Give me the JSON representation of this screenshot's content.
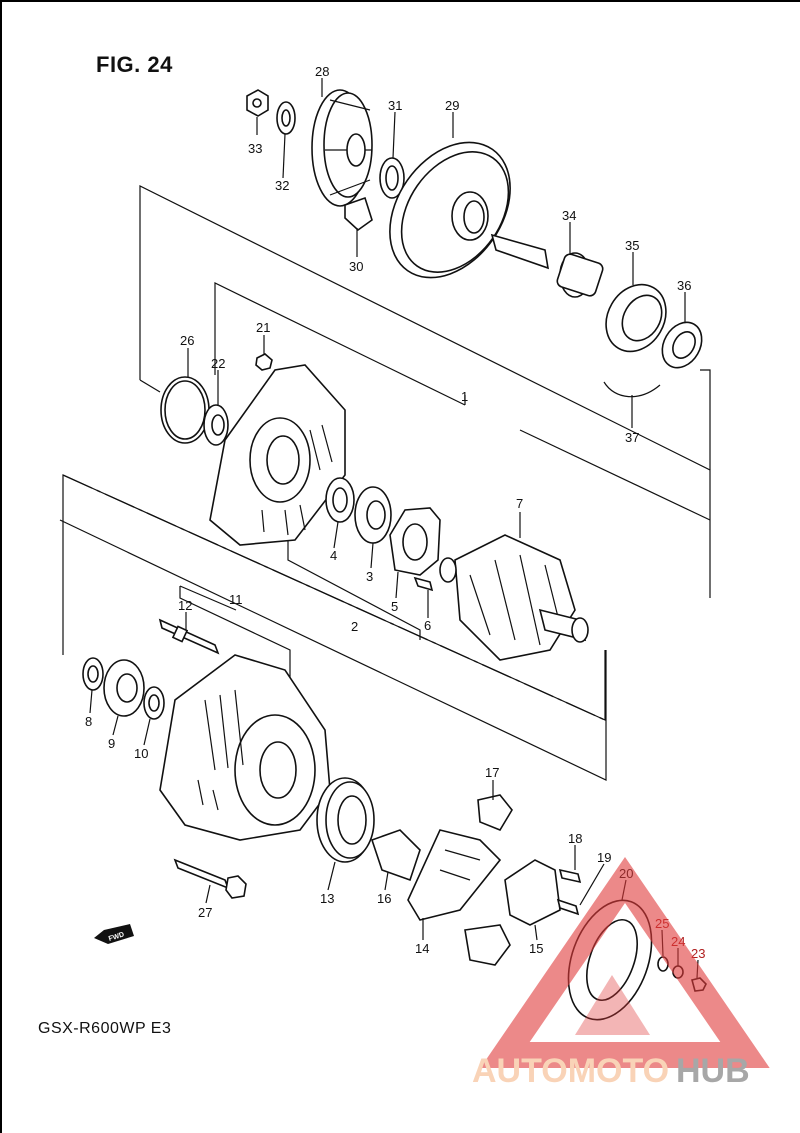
{
  "figure": {
    "title": "FIG. 24",
    "model": "GSX-R600WP  E3"
  },
  "fwd_label": "FWD",
  "watermark": {
    "text_a": "AUTOMOTO",
    "text_b": "HUB",
    "color_a": "#f7c59f",
    "color_b": "#8a8a8a",
    "triangle_color": "#e03a3a"
  },
  "callouts": {
    "c1": "1",
    "c2": "2",
    "c3": "3",
    "c4": "4",
    "c5": "5",
    "c6": "6",
    "c7": "7",
    "c8": "8",
    "c9": "9",
    "c10": "10",
    "c11": "11",
    "c12": "12",
    "c13": "13",
    "c14": "14",
    "c15": "15",
    "c16": "16",
    "c17": "17",
    "c18": "18",
    "c19": "19",
    "c20": "20",
    "c21": "21",
    "c22": "22",
    "c23": "23",
    "c24": "24",
    "c25": "25",
    "c26": "26",
    "c27": "27",
    "c28": "28",
    "c29": "29",
    "c30": "30",
    "c31": "31",
    "c32": "32",
    "c33": "33",
    "c34": "34",
    "c35": "35",
    "c36": "36",
    "c37": "37"
  }
}
